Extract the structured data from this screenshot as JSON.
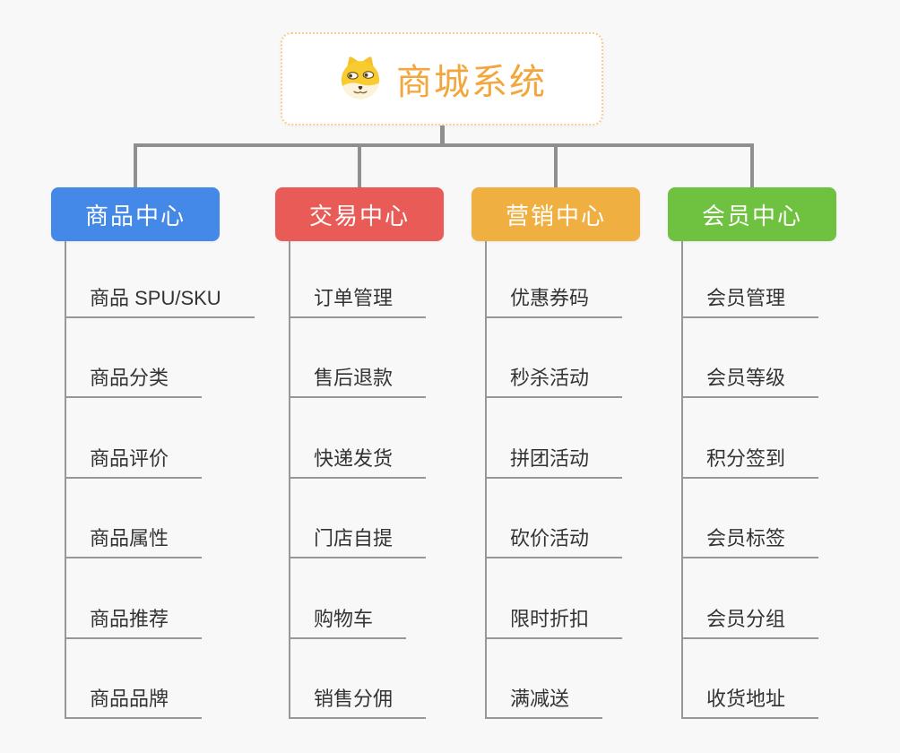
{
  "canvas": {
    "background": "#f8f8f8"
  },
  "root": {
    "title": "商城系统",
    "icon": "doge-face-icon",
    "text_color": "#f2a63c",
    "border_color": "#f4cd8d",
    "background": "#ffffff"
  },
  "connector_color": "#8f8f8f",
  "leaf_line_color": "#979797",
  "leaf_text_color": "#333333",
  "branches": [
    {
      "label": "商品中心",
      "color": "#4489e8",
      "children": [
        "商品 SPU/SKU",
        "商品分类",
        "商品评价",
        "商品属性",
        "商品推荐",
        "商品品牌"
      ]
    },
    {
      "label": "交易中心",
      "color": "#e85b57",
      "children": [
        "订单管理",
        "售后退款",
        "快递发货",
        "门店自提",
        "购物车",
        "销售分佣"
      ]
    },
    {
      "label": "营销中心",
      "color": "#efaf41",
      "children": [
        "优惠券码",
        "秒杀活动",
        "拼团活动",
        "砍价活动",
        "限时折扣",
        "满减送"
      ]
    },
    {
      "label": "会员中心",
      "color": "#6fc140",
      "children": [
        "会员管理",
        "会员等级",
        "积分签到",
        "会员标签",
        "会员分组",
        "收货地址"
      ]
    }
  ]
}
